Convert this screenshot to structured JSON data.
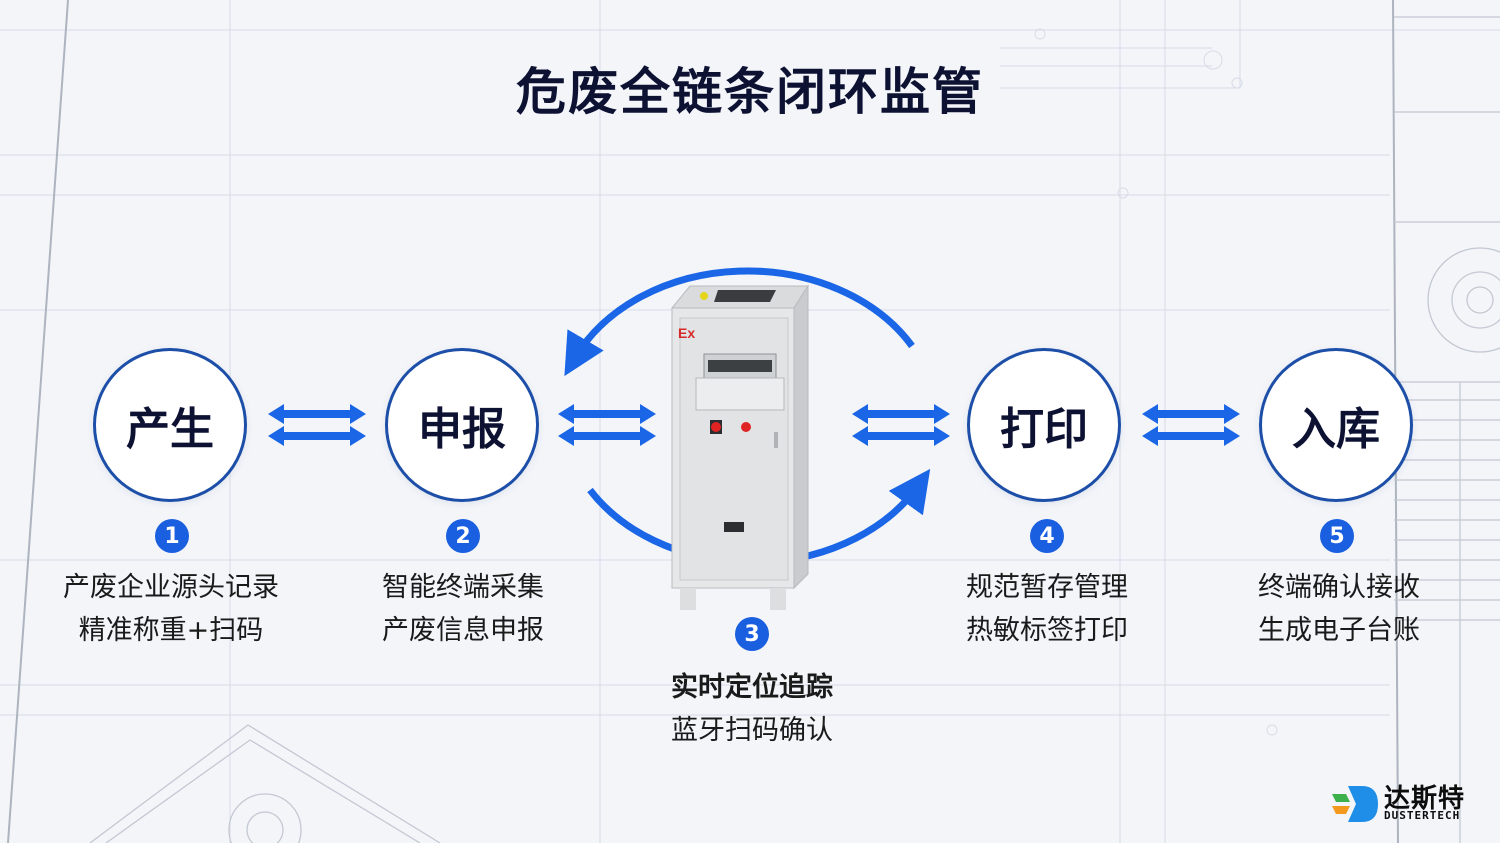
{
  "title": "危废全链条闭环监管",
  "colors": {
    "accent": "#1a5fe0",
    "node_border": "#1d4fa8",
    "title_text": "#0d1233",
    "background": "#f3f5f9"
  },
  "nodes": [
    {
      "label": "产生",
      "step": "1",
      "desc_line1": "产废企业源头记录",
      "desc_line2": "精准称重+扫码"
    },
    {
      "label": "申报",
      "step": "2",
      "desc_line1": "智能终端采集",
      "desc_line2": "产废信息申报"
    },
    {
      "label": "",
      "step": "3",
      "desc_line1": "实时定位追踪",
      "desc_line2": "蓝牙扫码确认"
    },
    {
      "label": "打印",
      "step": "4",
      "desc_line1": "规范暂存管理",
      "desc_line2": "热敏标签打印"
    },
    {
      "label": "入库",
      "step": "5",
      "desc_line1": "终端确认接收",
      "desc_line2": "生成电子台账"
    }
  ],
  "center_device": {
    "icon": "explosion-proof-cabinet-icon",
    "label": "Ex"
  },
  "arrows": {
    "between_nodes": "double-arrow-icon",
    "cycle": "circular-arrows-icon"
  },
  "logo": {
    "name_cn": "达斯特",
    "name_en": "DUSTERTECH"
  }
}
